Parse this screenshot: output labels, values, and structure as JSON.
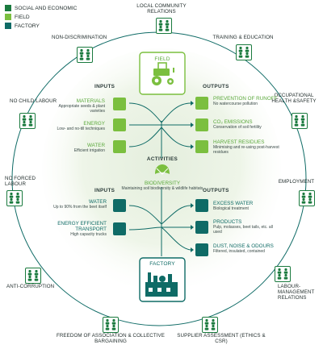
{
  "legend": [
    {
      "label": "SOCIAL AND ECONOMIC",
      "color": "#1a7a3e"
    },
    {
      "label": "FIELD",
      "color": "#7bbf3f"
    },
    {
      "label": "FACTORY",
      "color": "#0f6b66"
    }
  ],
  "ring_labels": {
    "community": "LOCAL COMMUNITY RELATIONS",
    "training": "TRAINING & EDUCATION",
    "ohs": "OCCUPATIONAL HEALTH &SAFETY",
    "employment": "EMPLOYMENT",
    "labour_mgmt": "LABOUR-MANAGEMENT RELATIONS",
    "supplier": "SUPPLIER ASSESSMENT (ETHICS & CSR)",
    "association": "FREEDOM OF ASSOCIATION & COLLECTIVE BARGAINING",
    "anticorruption": "ANTI-CORRUPTION",
    "forced": "NO FORCED LABOUR",
    "child": "NO CHILD LABOUR",
    "nondiscrimination": "NON-DISCRIMINATION"
  },
  "field": {
    "title": "FIELD",
    "inputs_heading": "INPUTS",
    "outputs_heading": "OUTPUTS",
    "inputs": [
      {
        "title": "MATERIALS",
        "sub": "Appropriate seeds & plant varieties"
      },
      {
        "title": "ENERGY",
        "sub": "Low- and no-till techniques"
      },
      {
        "title": "WATER",
        "sub": "Efficient irrigation"
      }
    ],
    "outputs": [
      {
        "title": "PREVENTION OF RUNOFF",
        "sub": "No watercourse pollution"
      },
      {
        "title": "CO₂ EMISSIONS",
        "sub": "Conservation of soil fertility"
      },
      {
        "title": "HARVEST RESIDUES",
        "sub": "Minimising and re-using post-harvest residues"
      }
    ]
  },
  "activities": {
    "title": "ACTIVITIES",
    "biodiversity_title": "BIODIVERSITY",
    "biodiversity_sub": "Maintaining soil biodiversity & wildlife habitats"
  },
  "factory": {
    "title": "FACTORY",
    "inputs_heading": "INPUTS",
    "outputs_heading": "OUTPUTS",
    "inputs": [
      {
        "title": "WATER",
        "sub": "Up to 90% from the beet itself"
      },
      {
        "title": "ENERGY EFFICIENT TRANSPORT",
        "sub": "High capacity trucks"
      }
    ],
    "outputs": [
      {
        "title": "EXCESS WATER",
        "sub": "Biological treatment"
      },
      {
        "title": "PRODUCTS",
        "sub": "Pulp, molasses, beet tails, etc. all used"
      },
      {
        "title": "DUST, NOISE & ODOURS",
        "sub": "Filtered, insulated, contained"
      }
    ]
  }
}
